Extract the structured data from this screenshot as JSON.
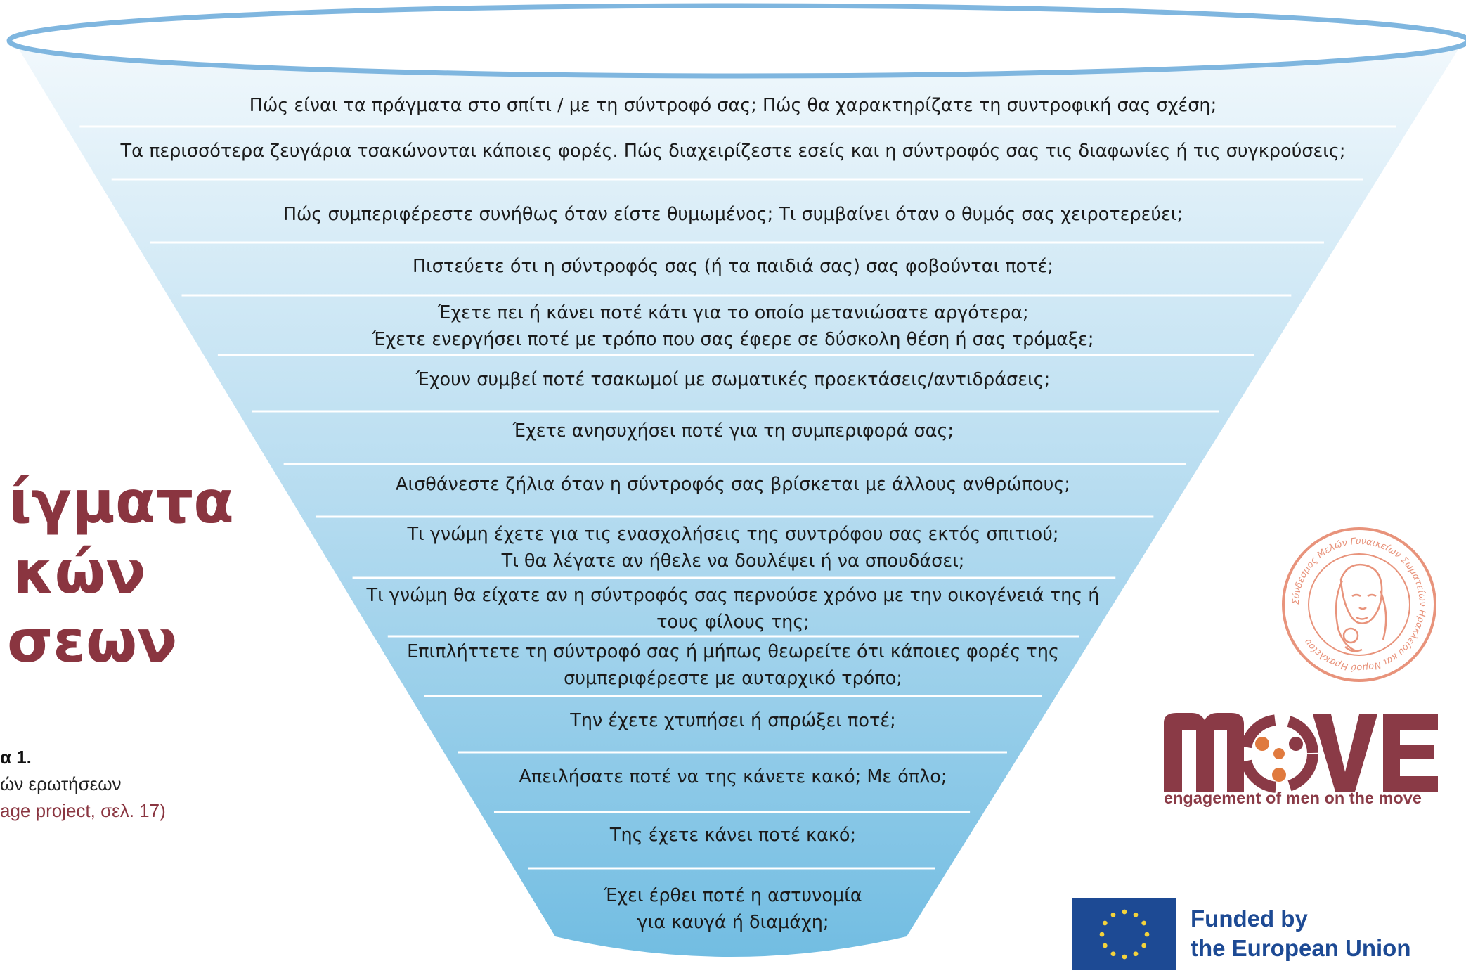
{
  "funnel": {
    "questions": [
      {
        "lines": [
          "Πώς είναι τα πράγματα στο σπίτι / με τη σύντροφό σας; Πώς θα χαρακτηρίζατε τη συντροφική σας σχέση;"
        ]
      },
      {
        "lines": [
          "Τα περισσότερα ζευγάρια τσακώνονται κάποιες φορές.  Πώς διαχειρίζεστε εσείς και η σύντροφός σας τις διαφωνίες ή τις συγκρούσεις;"
        ]
      },
      {
        "lines": [
          "Πώς συμπεριφέρεστε συνήθως όταν είστε θυμωμένος; Τι συμβαίνει όταν ο θυμός σας χειροτερεύει;"
        ]
      },
      {
        "lines": [
          "Πιστεύετε ότι η σύντροφός σας (ή τα παιδιά σας) σας φοβούνται ποτέ;"
        ]
      },
      {
        "lines": [
          "Έχετε πει ή κάνει ποτέ κάτι για το οποίο μετανιώσατε αργότερα;",
          "Έχετε ενεργήσει ποτέ με τρόπο που σας έφερε σε δύσκολη θέση ή σας τρόμαξε;"
        ]
      },
      {
        "lines": [
          "Έχουν συμβεί ποτέ τσακωμοί με σωματικές προεκτάσεις/αντιδράσεις;"
        ]
      },
      {
        "lines": [
          "Έχετε ανησυχήσει ποτέ για τη συμπεριφορά σας;"
        ]
      },
      {
        "lines": [
          "Αισθάνεστε ζήλια όταν η σύντροφός σας βρίσκεται με άλλους ανθρώπους;"
        ]
      },
      {
        "lines": [
          "Τι γνώμη έχετε για τις ενασχολήσεις της συντρόφου σας εκτός σπιτιού;",
          "Τι θα λέγατε αν ήθελε να δουλέψει ή να σπουδάσει;"
        ]
      },
      {
        "lines": [
          "Τι γνώμη θα είχατε αν η σύντροφός σας περνούσε χρόνο με την οικογένειά της ή",
          "τους φίλους της;"
        ]
      },
      {
        "lines": [
          "Επιπλήττετε τη σύντροφό σας ή μήπως θεωρείτε ότι κάποιες φορές της",
          "συμπεριφέρεστε με αυταρχικό τρόπο;"
        ]
      },
      {
        "lines": [
          "Την έχετε χτυπήσει ή σπρώξει ποτέ;"
        ]
      },
      {
        "lines": [
          "Απειλήσατε ποτέ να της κάνετε κακό; Με όπλο;"
        ]
      },
      {
        "lines": [
          "Της έχετε κάνει ποτέ κακό;"
        ]
      },
      {
        "lines": [
          "Έχει έρθει ποτέ η αστυνομία",
          "για καυγά ή διαμάχη;"
        ]
      }
    ],
    "colors": {
      "top": "#ecf5fb",
      "bottom": "#7cc3e4",
      "rim": "#7fb6df"
    }
  },
  "title": {
    "lines": [
      "ίγματα",
      "κών",
      "σεων"
    ],
    "color": "#8a3540"
  },
  "caption": {
    "lines": [
      "α 1.",
      "ών ερωτήσεων",
      "age project, σελ. 17)"
    ],
    "ref_color": "#8a3540"
  },
  "logos": {
    "association_text": "Σύνδεσμος Μελών Γυναικείων Σωματείων Ηρακλείου και Νομού Ηρακλείου",
    "move_word": "MOVE",
    "move_tagline": "engagement of men on the move",
    "eu_line1": "Funded by",
    "eu_line2": "the European Union",
    "colors": {
      "move": "#8a3a46",
      "move_orange": "#e07a3e",
      "eu_blue": "#1d4a94",
      "eu_star": "#f4d33b",
      "assoc": "#e8937b"
    }
  }
}
